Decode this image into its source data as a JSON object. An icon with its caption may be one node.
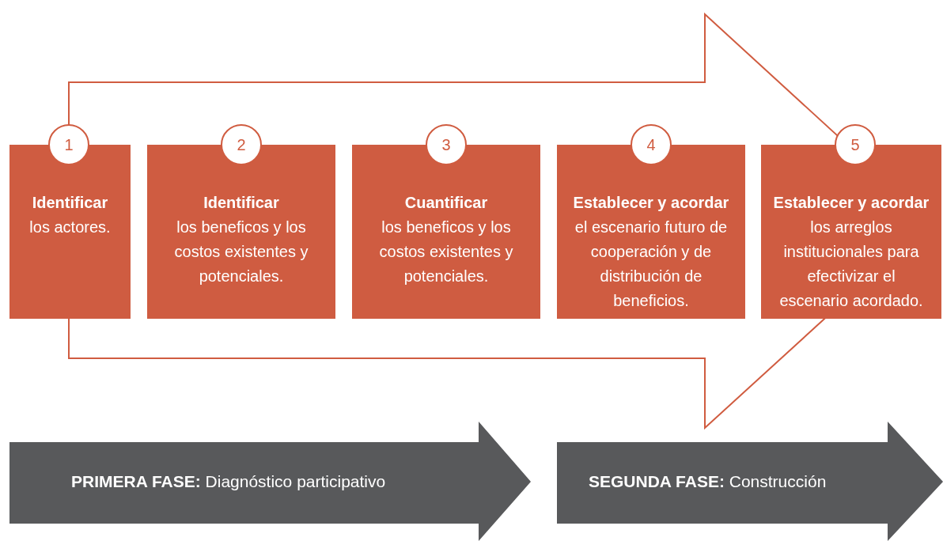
{
  "diagram": {
    "nodes": [
      {
        "text": [
          "1"
        ]
      },
      {
        "text": [
          "Identificar",
          "los actores."
        ]
      },
      {
        "text": [
          "2"
        ]
      },
      {
        "text": [
          "Identificar",
          "los beneficos y los costos existentes y potenciales."
        ]
      },
      {
        "text": [
          "3"
        ]
      },
      {
        "text": [
          "Cuantificar",
          "los beneficos y los costos existentes y potenciales."
        ]
      },
      {
        "text": [
          "4"
        ]
      },
      {
        "text": [
          "**Establecer y acordar** el escenario futuro de cooperación y de distribución de beneficios."
        ]
      },
      {
        "text": [
          "5"
        ]
      },
      {
        "text": [
          "**Establecer y acordar** los arreglos institucionales para efectivizar el escenario acordado."
        ]
      },
      {
        "text": [
          "**PRIMERA FASE:** Diagnóstico participativo"
        ]
      },
      {
        "text": [
          "**SEGUNDA FASE:** Construcción"
        ]
      }
    ]
  }
}
